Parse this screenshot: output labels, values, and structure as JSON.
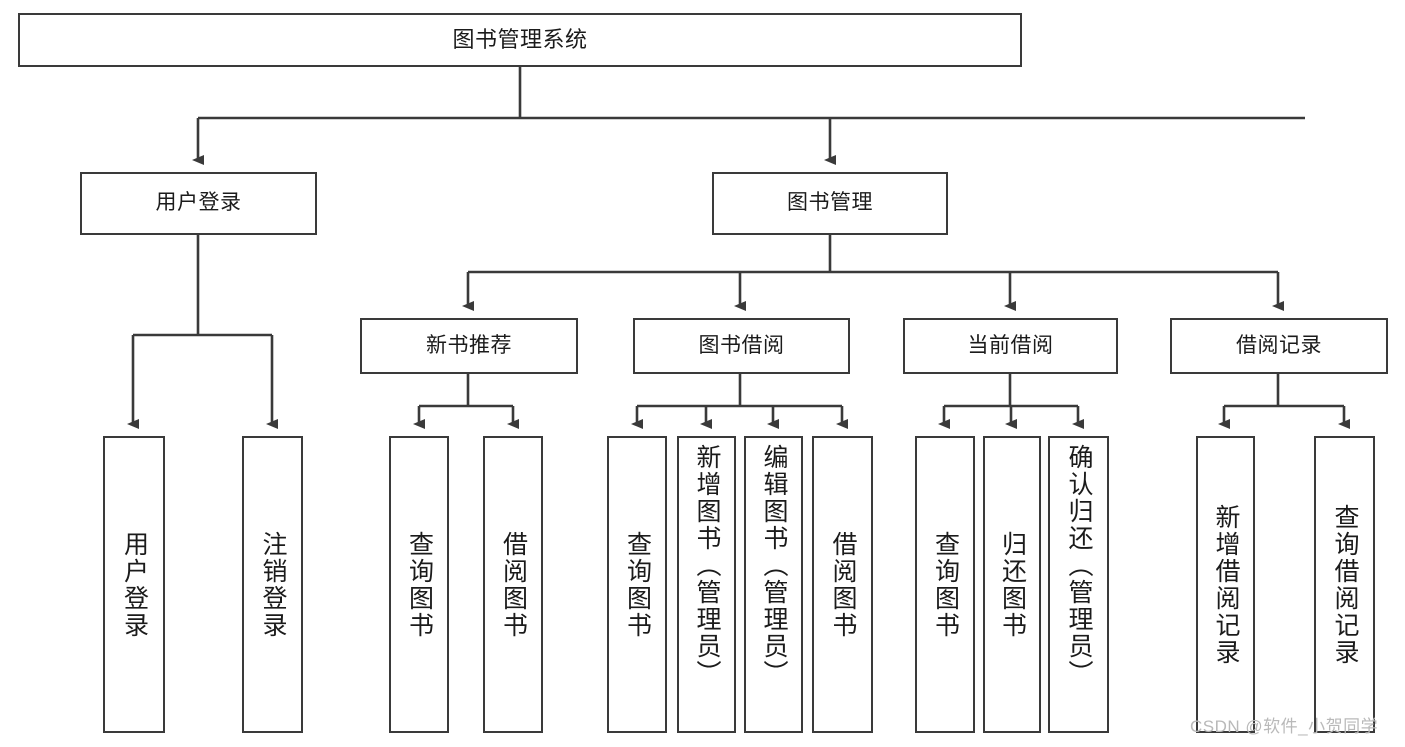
{
  "diagram": {
    "title": "图书管理系统",
    "type": "tree",
    "watermark": "CSDN @软件_小贺同学",
    "colors": {
      "box_border": "#3a3a3a",
      "box_fill": "#ffffff",
      "connector": "#3a3a3a",
      "text": "#1b1b1b",
      "watermark": "#b9b9b9"
    },
    "root": {
      "label": "图书管理系统"
    },
    "level2": [
      {
        "label": "用户登录"
      },
      {
        "label": "图书管理"
      }
    ],
    "level3": [
      {
        "label": "新书推荐"
      },
      {
        "label": "图书借阅"
      },
      {
        "label": "当前借阅"
      },
      {
        "label": "借阅记录"
      }
    ],
    "leaves": {
      "user_login": [
        {
          "label": "用户登录"
        },
        {
          "label": "注销登录"
        }
      ],
      "new_book_recommend": [
        {
          "label": "查询图书"
        },
        {
          "label": "借阅图书"
        }
      ],
      "book_borrow": [
        {
          "label": "查询图书"
        },
        {
          "label": "新增图书（管理员）"
        },
        {
          "label": "编辑图书（管理员）"
        },
        {
          "label": "借阅图书"
        }
      ],
      "current_borrow": [
        {
          "label": "查询图书"
        },
        {
          "label": "归还图书"
        },
        {
          "label": "确认归还（管理员）"
        }
      ],
      "borrow_record": [
        {
          "label": "新增借阅记录"
        },
        {
          "label": "查询借阅记录"
        }
      ]
    }
  }
}
